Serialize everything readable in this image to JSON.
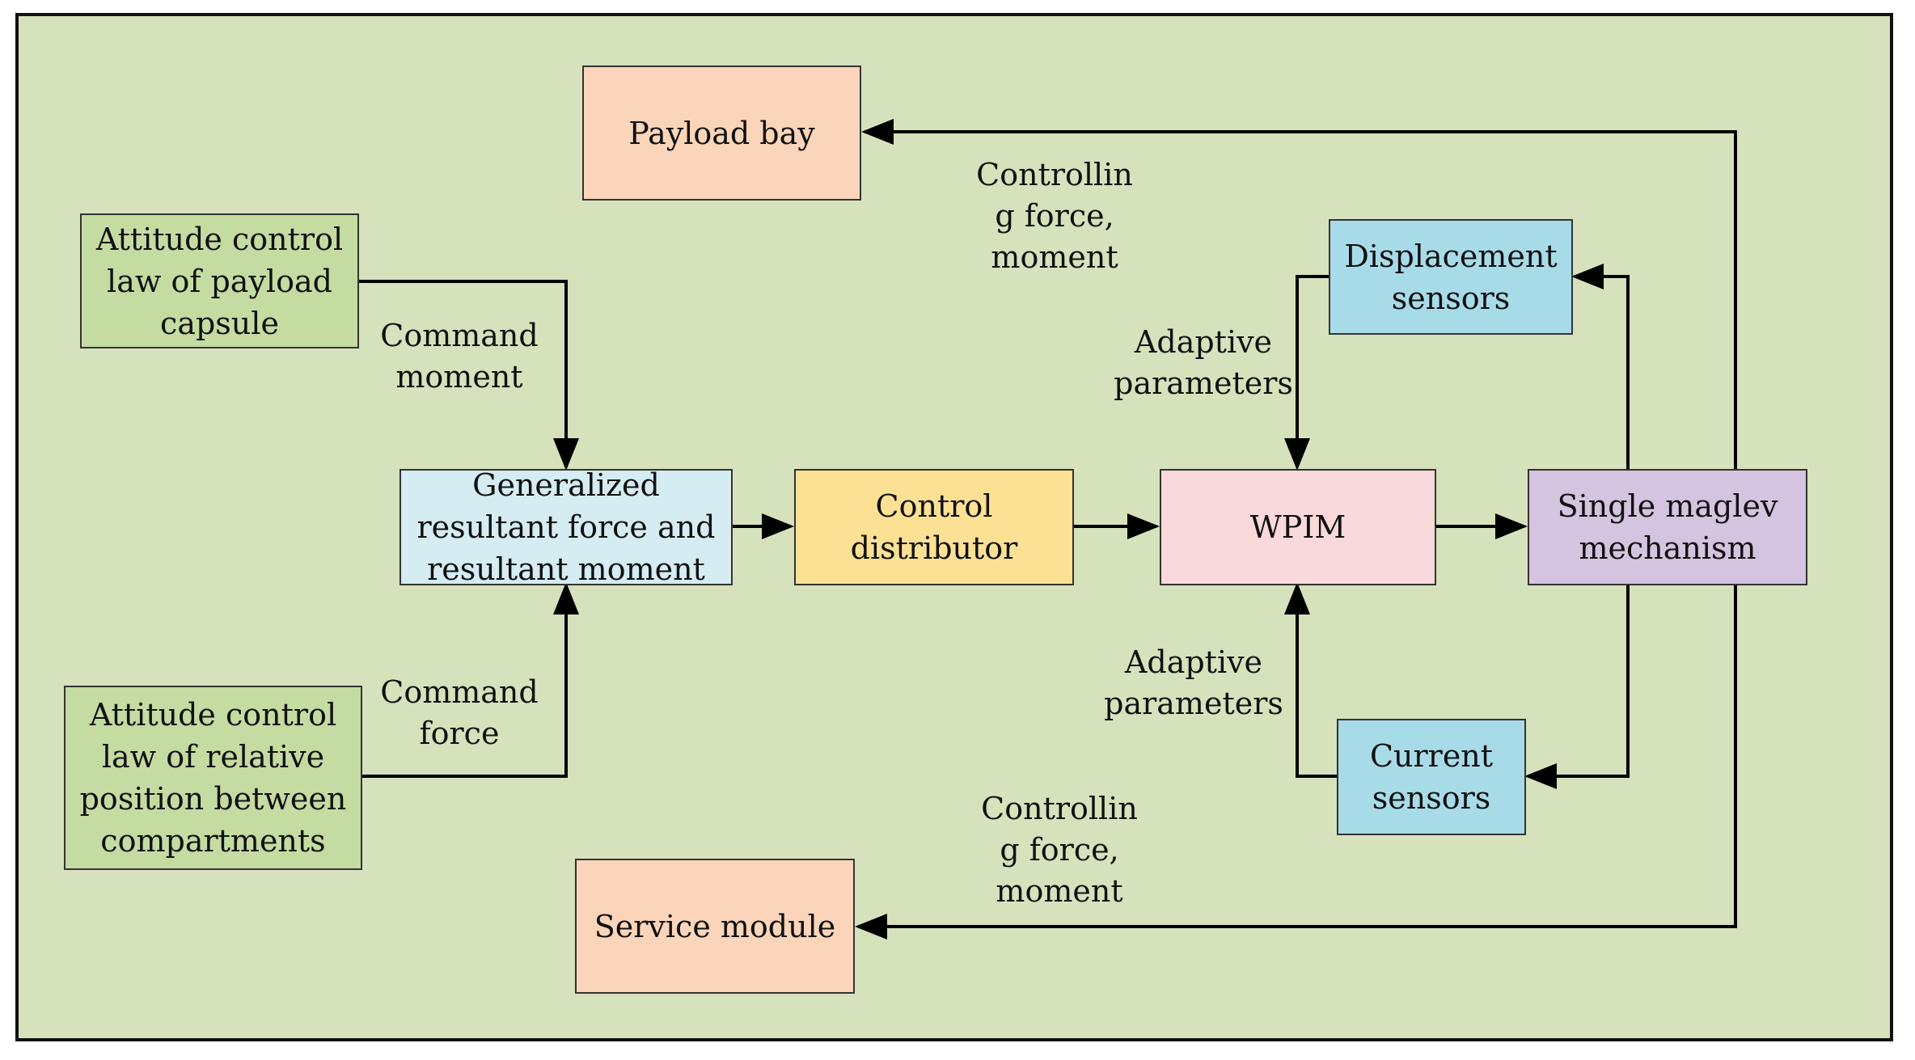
{
  "colors": {
    "background": "#d5e2bc",
    "border": "#111111",
    "payload_bay": "#fad5b9",
    "control_law": "#c4dba2",
    "generalized": "#d4ecf2",
    "control_distributor": "#fce194",
    "wpim": "#f9d9d9",
    "single_maglev": "#d4c4df",
    "sensors": "#a8dbe8",
    "service_module": "#fad5b9",
    "arrow": "#000000"
  },
  "boxes": {
    "payload_bay": "Payload bay",
    "attitude_payload": "Attitude control\nlaw of payload\ncapsule",
    "generalized": "Generalized\nresultant force and\nresultant moment",
    "control_distributor": "Control\ndistributor",
    "wpim": "WPIM",
    "single_maglev": "Single maglev\nmechanism",
    "displacement_sensors": "Displacement\nsensors",
    "current_sensors": "Current\nsensors",
    "attitude_relative": "Attitude control\nlaw of relative\nposition between\ncompartments",
    "service_module": "Service module"
  },
  "labels": {
    "command_moment": "Command\nmoment",
    "command_force": "Command\nforce",
    "controlling_top": "Controllin\ng force,\nmoment",
    "controlling_bottom": "Controllin\ng force,\nmoment",
    "adaptive_top": "Adaptive\nparameters",
    "adaptive_bottom": "Adaptive\nparameters"
  }
}
